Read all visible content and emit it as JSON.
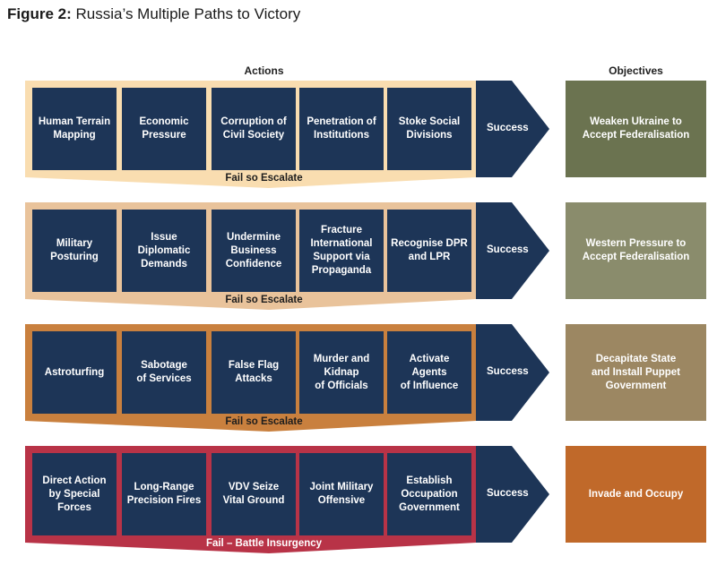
{
  "figure": {
    "label": "Figure 2:",
    "title": "Russia’s Multiple Paths to Victory"
  },
  "headers": {
    "actions": "Actions",
    "objectives": "Objectives"
  },
  "rows": [
    {
      "band_color": "#f9ddb0",
      "boxes": [
        "Human Terrain\nMapping",
        "Economic\nPressure",
        "Corruption of\nCivil Society",
        "Penetration of\nInstitutions",
        "Stoke Social\nDivisions"
      ],
      "success": "Success",
      "fail": "Fail so Escalate",
      "objective": "Weaken Ukraine to\nAccept Federalisation",
      "objective_color": "#6b7350"
    },
    {
      "band_color": "#e9c39b",
      "boxes": [
        "Military\nPosturing",
        "Issue\nDiplomatic\nDemands",
        "Undermine\nBusiness\nConfidence",
        "Fracture\nInternational\nSupport via\nPropaganda",
        "Recognise DPR\nand LPR"
      ],
      "success": "Success",
      "fail": "Fail so Escalate",
      "objective": "Western Pressure to\nAccept Federalisation",
      "objective_color": "#8a8c6c"
    },
    {
      "band_color": "#c9803e",
      "boxes": [
        "Astroturfing",
        "Sabotage\nof Services",
        "False Flag\nAttacks",
        "Murder and\nKidnap\nof Officials",
        "Activate\nAgents\nof Influence"
      ],
      "success": "Success",
      "fail": "Fail so Escalate",
      "objective": "Decapitate State\nand Install Puppet\nGovernment",
      "objective_color": "#9c8762"
    },
    {
      "band_color": "#b83347",
      "boxes": [
        "Direct Action\nby Special\nForces",
        "Long-Range\nPrecision Fires",
        "VDV Seize\nVital Ground",
        "Joint Military\nOffensive",
        "Establish\nOccupation\nGovernment"
      ],
      "success": "Success",
      "fail": "Fail – Battle Insurgency",
      "objective": "Invade and Occupy",
      "objective_color": "#c0692a"
    }
  ],
  "colors": {
    "box": "#1d3557"
  }
}
